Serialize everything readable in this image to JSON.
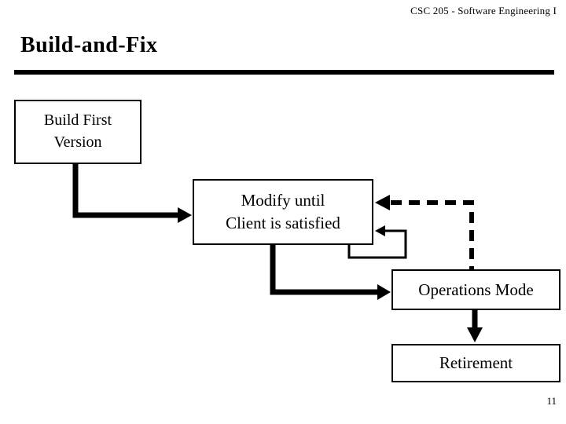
{
  "header": {
    "course": "CSC 205 - Software Engineering I"
  },
  "slide": {
    "title": "Build-and-Fix",
    "page_number": "11"
  },
  "diagram": {
    "boxes": {
      "build_first": {
        "line1": "Build First",
        "line2": "Version"
      },
      "modify": {
        "line1": "Modify until",
        "line2": "Client is satisfied"
      },
      "operations": {
        "label": "Operations Mode"
      },
      "retirement": {
        "label": "Retirement"
      }
    },
    "connectors": [
      {
        "name": "build-to-modify",
        "from": "Build First Version",
        "to": "Modify until Client is satisfied",
        "style": "solid-thick-elbow"
      },
      {
        "name": "modify-to-operations",
        "from": "Modify until Client is satisfied",
        "to": "Operations Mode",
        "style": "solid-thick-elbow"
      },
      {
        "name": "operations-to-retirement",
        "from": "Operations Mode",
        "to": "Retirement",
        "style": "solid-thick-down"
      },
      {
        "name": "operations-to-modify-feedback",
        "from": "Operations Mode",
        "to": "Modify until Client is satisfied",
        "style": "dashed-thick-elbow"
      },
      {
        "name": "modify-self-loop",
        "from": "Modify until Client is satisfied",
        "to": "Modify until Client is satisfied",
        "style": "solid-thin-loop"
      }
    ],
    "colors": {
      "background": "#ffffff",
      "line": "#000000",
      "text": "#000000"
    }
  }
}
